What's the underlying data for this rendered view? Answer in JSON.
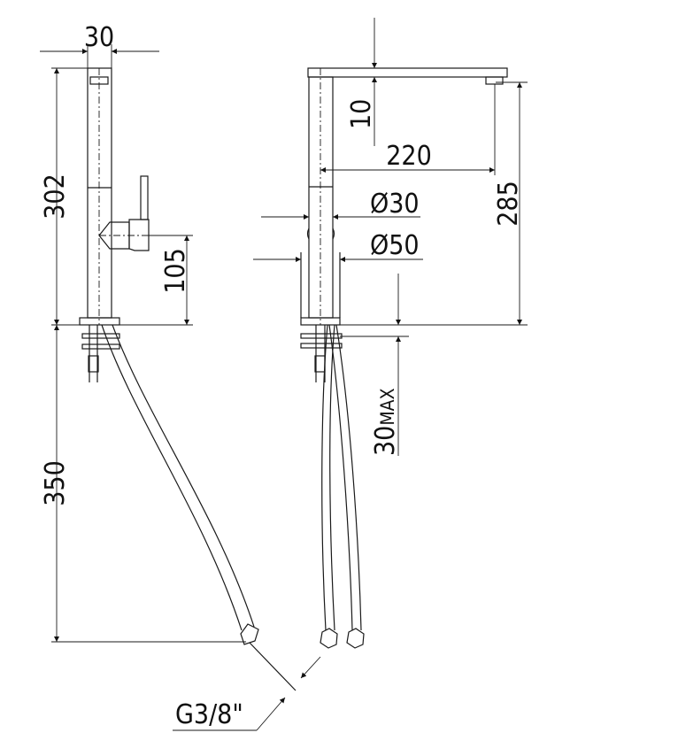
{
  "drawing": {
    "side_view": {
      "width_label": "30",
      "height_label": "302",
      "handle_height_label": "105",
      "hose_length_label": "350",
      "connection_label": "G3/8\""
    },
    "front_view": {
      "spout_thickness_label": "10",
      "spout_reach_label": "220",
      "spout_height_label": "285",
      "body_diameter_label": "Ø30",
      "base_diameter_label": "Ø50",
      "max_deck_thickness_num": "30",
      "max_deck_thickness_suffix": "MAX"
    }
  }
}
